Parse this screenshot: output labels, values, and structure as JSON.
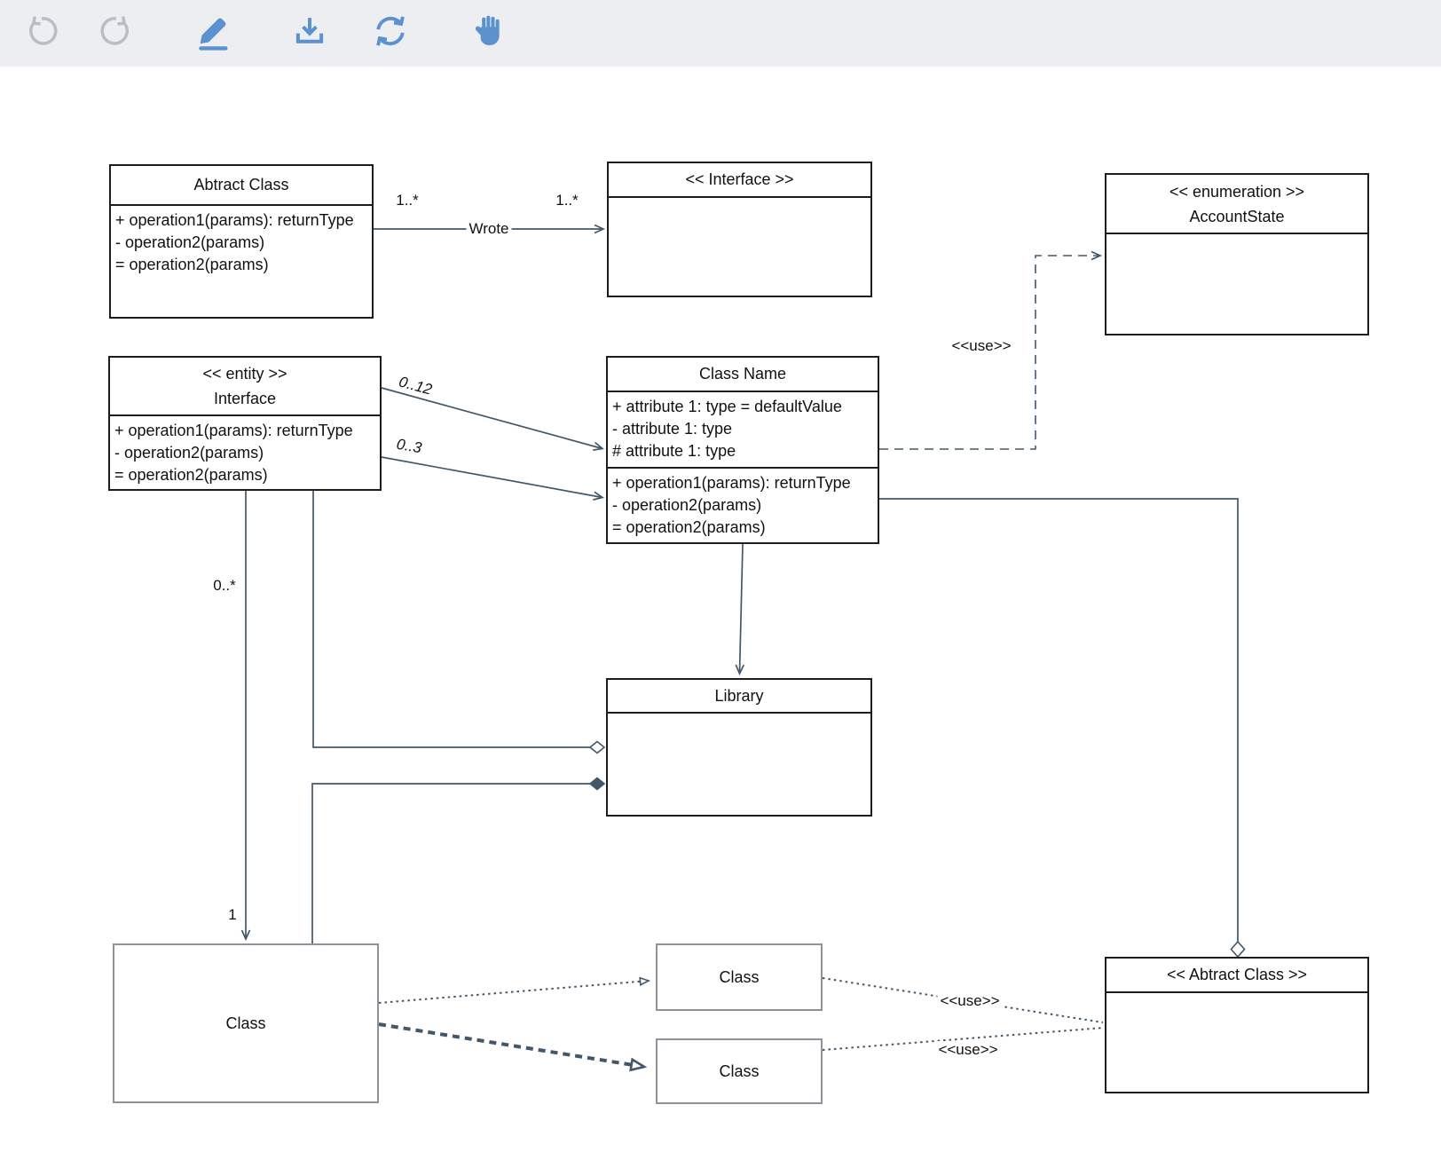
{
  "toolbar": {
    "icons": [
      "undo",
      "redo",
      "edit",
      "download",
      "refresh",
      "pan"
    ]
  },
  "colors": {
    "connector": "#42586a",
    "box_border": "#1d1d1d",
    "plain_box_border": "#8d9399",
    "icon_active_blue": "#5b92ce",
    "icon_inactive_gray": "#b8bec5",
    "toolbar_bg": "#eceef1",
    "canvas_bg": "#ffffff"
  },
  "classes": {
    "abstract_top": {
      "title": "Abtract Class",
      "operations": [
        "+ operation1(params): returnType",
        "- operation2(params)",
        "= operation2(params)"
      ]
    },
    "interface_top": {
      "title": "<< Interface >>"
    },
    "enumeration": {
      "stereotype": "<< enumeration >>",
      "name": "AccountState"
    },
    "entity_interface": {
      "stereotype": "<< entity >>",
      "name": "Interface",
      "operations": [
        "+ operation1(params): returnType",
        "- operation2(params)",
        "= operation2(params)"
      ]
    },
    "class_name": {
      "title": "Class Name",
      "attributes": [
        "+ attribute 1: type = defaultValue",
        "- attribute 1: type",
        "# attribute 1: type"
      ],
      "operations": [
        "+ operation1(params): returnType",
        "- operation2(params)",
        "= operation2(params)"
      ]
    },
    "library": {
      "title": "Library"
    },
    "class_big": {
      "title": "Class"
    },
    "class_small_1": {
      "title": "Class"
    },
    "class_small_2": {
      "title": "Class"
    },
    "abstract_bottom": {
      "title": "<< Abtract Class >>"
    }
  },
  "connectors": {
    "wrote": {
      "label": "Wrote",
      "source_mult": "1..*",
      "target_mult": "1..*"
    },
    "assoc_0_12": {
      "label": "0..12"
    },
    "assoc_0_3": {
      "label": "0..3"
    },
    "use_enum": {
      "label": "<<use>>"
    },
    "assoc_interface_class": {
      "source_mult": "0..*",
      "target_mult": "1"
    },
    "use_class1": {
      "label": "<<use>>"
    },
    "use_class2": {
      "label": "<<use>>"
    }
  }
}
